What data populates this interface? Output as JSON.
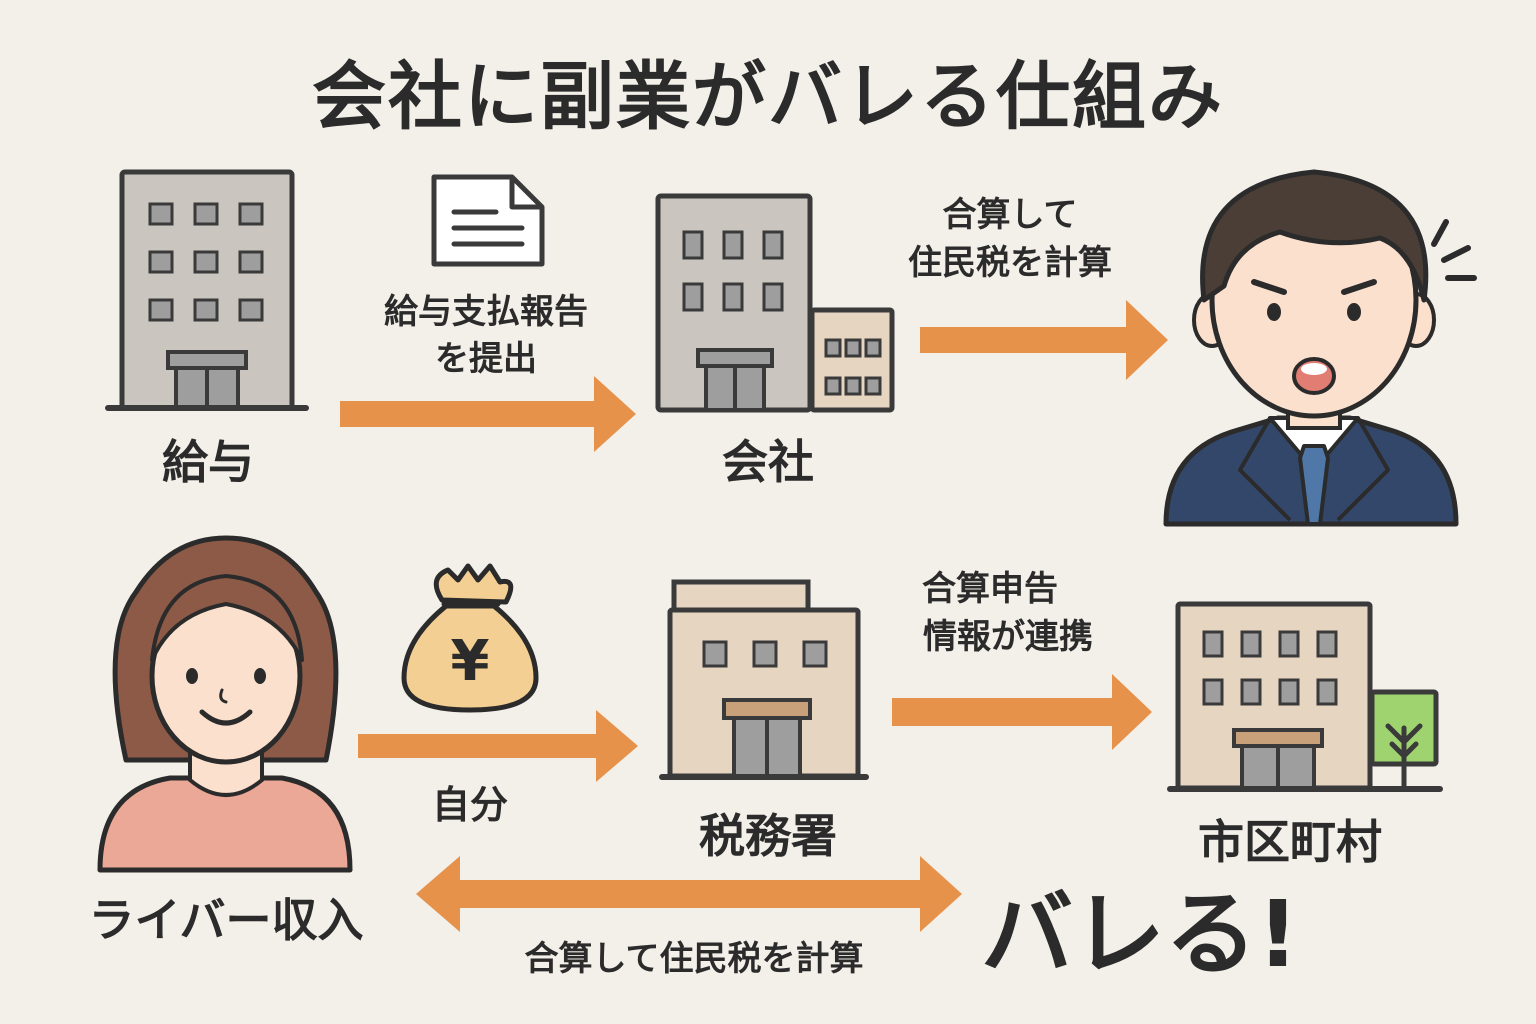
{
  "title": "会社に副業がバレる仕組み",
  "top_row": {
    "salary_label": "給与",
    "report_label_line1": "給与支払報告",
    "report_label_line2": "を提出",
    "company_label": "会社",
    "combine_label_line1": "合算して",
    "combine_label_line2": "住民税を計算"
  },
  "bottom_row": {
    "person_label": "ライバー収入",
    "self_label": "自分",
    "tax_office_label": "税務署",
    "linkage_label_line1": "合算申告",
    "linkage_label_line2": "情報が連携",
    "municipality_label": "市区町村",
    "yen_symbol": "¥",
    "bottom_arrow_label": "合算して住民税を計算",
    "exposed_label": "バレる!"
  },
  "colors": {
    "background": "#f3efe9",
    "arrow": "#e7924a",
    "text": "#2b2b2b",
    "suit": "#33476b",
    "tie": "#4f78a8",
    "skin": "#fbe0cd",
    "hair_man": "#4a3e36",
    "hair_woman": "#8e5a48",
    "shirt_woman": "#eba896",
    "building_gray": "#cac6bf",
    "building_beige": "#e6d5c1",
    "window": "#9e9e9e",
    "moneybag": "#f3cf93",
    "tree": "#9fd36f"
  },
  "icons": [
    "salary-building-icon",
    "document-icon",
    "company-building-icon",
    "surprised-man-icon",
    "woman-icon",
    "money-bag-icon",
    "tax-office-building-icon",
    "city-hall-building-icon",
    "tree-icon"
  ]
}
